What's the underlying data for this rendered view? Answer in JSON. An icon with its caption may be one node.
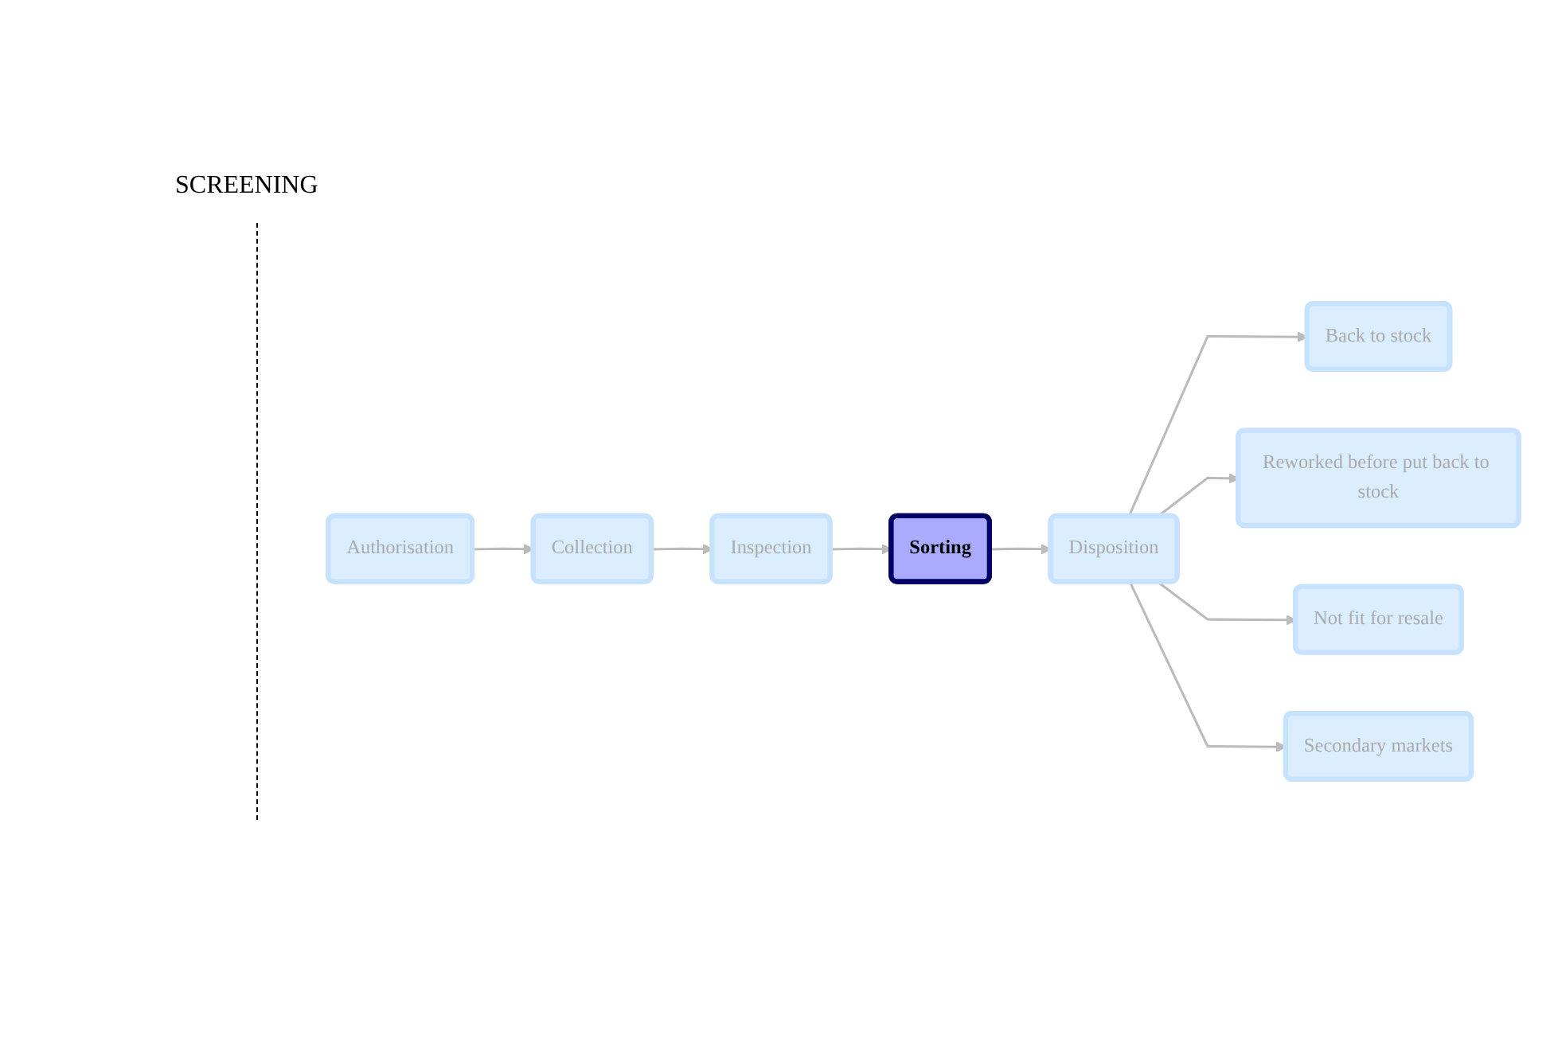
{
  "diagram": {
    "nodes": [
      {
        "text": [
          "Authorisation"
        ]
      },
      {
        "text": [
          "Collection"
        ]
      },
      {
        "text": [
          "Inspection"
        ]
      },
      {
        "text": [
          "Sorting"
        ]
      },
      {
        "text": [
          "Disposition"
        ]
      },
      {
        "text": [
          "Back to stock"
        ]
      },
      {
        "text": [
          "Reworked before put back to stock"
        ]
      },
      {
        "text": [
          "Not fit for resale"
        ]
      },
      {
        "text": [
          "Secondary markets"
        ]
      }
    ],
    "edges": [
      {
        "from": 0,
        "to": 1,
        "arrow": "to"
      },
      {
        "from": 1,
        "to": 2,
        "arrow": "to"
      },
      {
        "from": 2,
        "to": 3,
        "arrow": "to"
      },
      {
        "from": 3,
        "to": 4,
        "arrow": "to"
      },
      {
        "from": 4,
        "to": 5,
        "arrow": "to"
      },
      {
        "from": 4,
        "to": 6,
        "arrow": "to"
      },
      {
        "from": 4,
        "to": 7,
        "arrow": "to"
      },
      {
        "from": 4,
        "to": 8,
        "arrow": "to"
      }
    ],
    "labels": [
      "SCREENING"
    ]
  }
}
